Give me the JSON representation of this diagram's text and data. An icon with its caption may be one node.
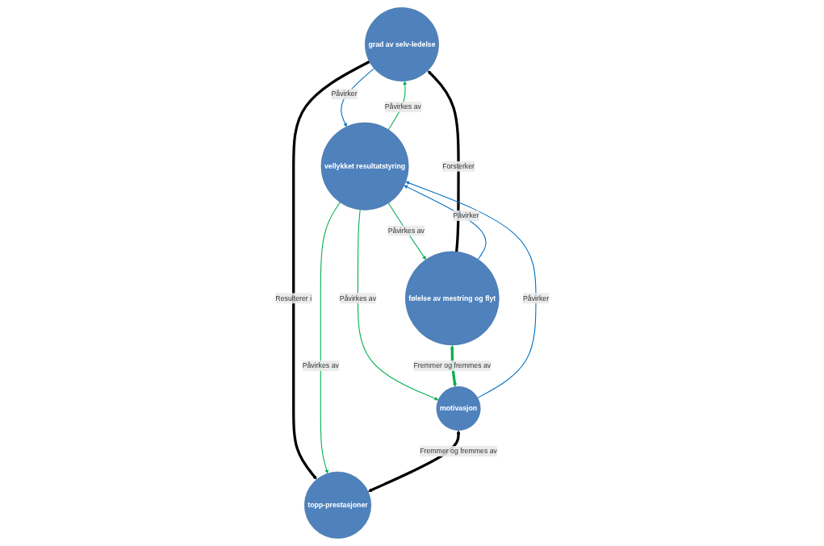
{
  "diagram": {
    "nodes": [
      {
        "text": [
          "grad av selv-ledelse"
        ]
      },
      {
        "text": [
          "følelse av mestring og flyt"
        ]
      },
      {
        "text": [
          "vellykket resultatstyring"
        ]
      },
      {
        "text": [
          "topp-prestasjoner"
        ]
      },
      {
        "text": [
          "motivasjon"
        ]
      }
    ],
    "edges": [
      {
        "from": 1,
        "to": 0,
        "arrow": "to",
        "label": "Forsterker",
        "style": "thick",
        "color": "#000000"
      },
      {
        "from": 0,
        "to": 3,
        "arrow": "to",
        "label": "Resulterer i",
        "style": "thick",
        "color": "#000000"
      },
      {
        "from": 0,
        "to": 2,
        "arrow": "to",
        "label": "Påvirker",
        "color": "#0070c0"
      },
      {
        "from": 2,
        "to": 0,
        "arrow": "to",
        "label": "Påvirkes av",
        "color": "#00b050"
      },
      {
        "from": 2,
        "to": 1,
        "arrow": "to",
        "label": "Påvirkes av",
        "color": "#00b050"
      },
      {
        "from": 1,
        "to": 2,
        "arrow": "to",
        "label": "Påvirker",
        "color": "#0070c0"
      },
      {
        "from": 2,
        "to": 3,
        "arrow": "to",
        "label": "Påvirkes av",
        "color": "#00b050"
      },
      {
        "from": 2,
        "to": 4,
        "arrow": "to",
        "label": "Påvirkes av",
        "color": "#00b050"
      },
      {
        "from": 4,
        "to": 2,
        "arrow": "to",
        "label": "Påvirker",
        "color": "#0070c0"
      },
      {
        "from": 1,
        "to": 4,
        "arrow": "both",
        "label": "Fremmer og fremmes av",
        "style": "thick",
        "color": "#00b050"
      },
      {
        "from": 4,
        "to": 3,
        "arrow": "both",
        "label": "Fremmer og fremmes av",
        "style": "thick",
        "color": "#000000"
      }
    ]
  }
}
